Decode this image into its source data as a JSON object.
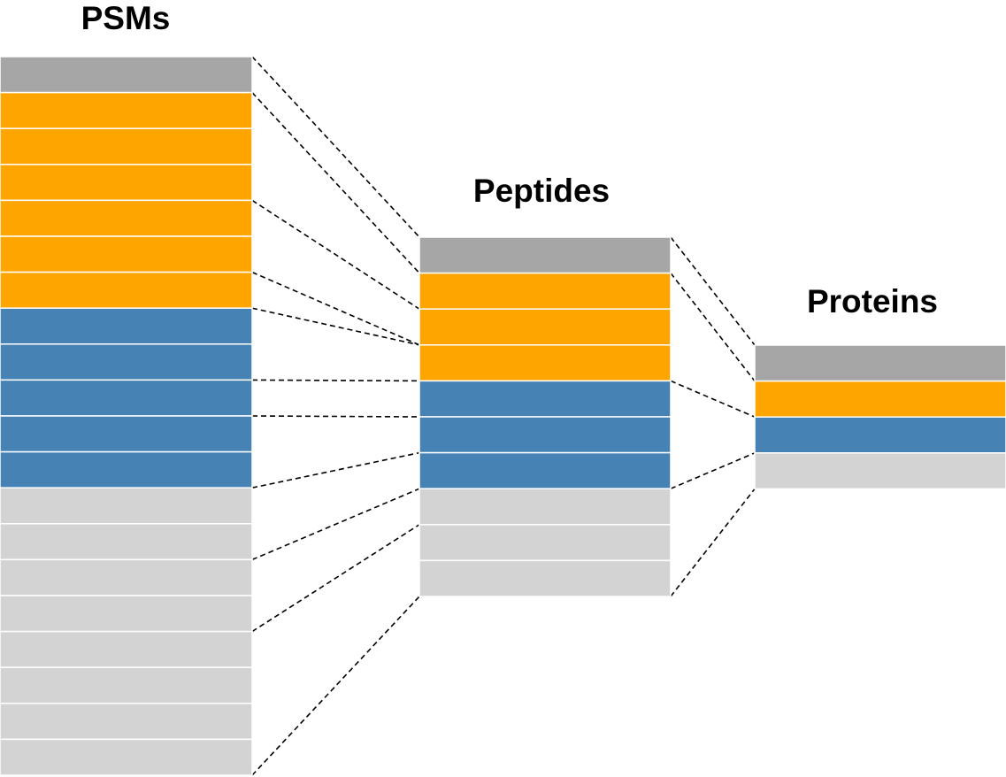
{
  "colors": {
    "dark_gray": "#a6a6a6",
    "orange": "#ffa500",
    "blue": "#4682b4",
    "light_gray": "#d3d3d3",
    "divider": "#ffffff",
    "connector": "#000000"
  },
  "columns": [
    {
      "id": "psms",
      "title": "PSMs",
      "blocks": [
        {
          "color": "dark_gray",
          "count": 1
        },
        {
          "color": "orange",
          "count": 6
        },
        {
          "color": "blue",
          "count": 5
        },
        {
          "color": "light_gray",
          "count": 8
        }
      ]
    },
    {
      "id": "peptides",
      "title": "Peptides",
      "blocks": [
        {
          "color": "dark_gray",
          "count": 1
        },
        {
          "color": "orange",
          "count": 3
        },
        {
          "color": "blue",
          "count": 3
        },
        {
          "color": "light_gray",
          "count": 3
        }
      ]
    },
    {
      "id": "proteins",
      "title": "Proteins",
      "blocks": [
        {
          "color": "dark_gray",
          "count": 1
        },
        {
          "color": "orange",
          "count": 1
        },
        {
          "color": "blue",
          "count": 1
        },
        {
          "color": "light_gray",
          "count": 1
        }
      ]
    }
  ],
  "links": [
    {
      "from": "psms",
      "to": "peptides",
      "pairs": [
        [
          0,
          0
        ],
        [
          1,
          1
        ],
        [
          4,
          2
        ],
        [
          6,
          3
        ],
        [
          7,
          3
        ],
        [
          9,
          4
        ],
        [
          10,
          5
        ],
        [
          12,
          6
        ],
        [
          14,
          7
        ],
        [
          16,
          8
        ],
        [
          20,
          10
        ]
      ]
    },
    {
      "from": "peptides",
      "to": "proteins",
      "pairs": [
        [
          0,
          0
        ],
        [
          1,
          1
        ],
        [
          4,
          2
        ],
        [
          7,
          3
        ],
        [
          10,
          4
        ]
      ]
    }
  ]
}
